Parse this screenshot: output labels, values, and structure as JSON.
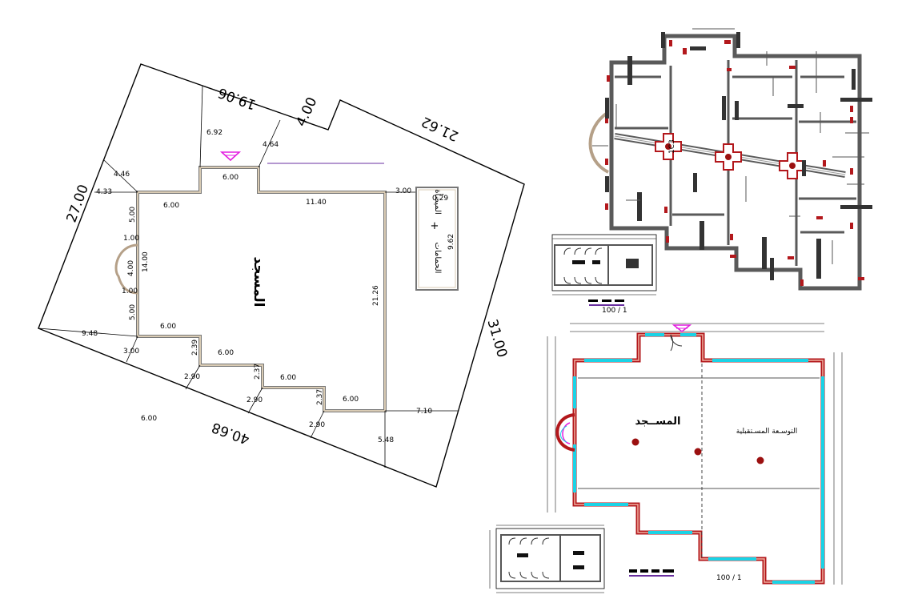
{
  "site_plan": {
    "boundary_dims": {
      "top_left_edge": "19.06",
      "notch": "4.00",
      "top_right_edge": "21.62",
      "left_edge": "27.00",
      "right_edge": "31.00",
      "bottom_edge": "40.68"
    },
    "offsets": {
      "a": "6.92",
      "b": "4.64",
      "c": "4.46",
      "d": "4.33",
      "e": "9.48",
      "f": "3.00",
      "g": "2.90",
      "h": "2.90",
      "i": "2.90",
      "j": "7.10",
      "k": "5.48",
      "l": "3.00"
    },
    "building_dims": {
      "top_center": "6.00",
      "top_left": "6.00",
      "top_long": "11.40",
      "left_top": "5.00",
      "left_mid": "14.00",
      "left_bottom": "5.00",
      "apse_a": "1.00",
      "apse_b": "4.00",
      "apse_c": "1.00",
      "right_height": "21.26",
      "bottom_1": "6.00",
      "step_1": "2.39",
      "bottom_2": "6.00",
      "step_2": "2.37",
      "bottom_3": "6.00",
      "step_3": "2.37",
      "bottom_4": "6.00"
    },
    "outside_label": "6.00",
    "mosque_label": "المسجد",
    "annex": {
      "label_top": "الميضأة",
      "plus": "+",
      "label_bottom": "الحمامات",
      "width": "0.29",
      "length": "9.62"
    }
  },
  "structural_plan": {
    "column_tag": "1C3"
  },
  "ablution_small_plan": {
    "scale": "100 / 1"
  },
  "floor_plan": {
    "mosque_label": "المســجد",
    "extension_label": "التوسـعة المسـتقبلية",
    "scale": "100 / 1"
  },
  "colors": {
    "wall": "#5a5a5a",
    "accent_red": "#b3181c",
    "glazing": "#19d3e6",
    "door_magenta": "#e31ee0",
    "column_dot": "#9b1010"
  }
}
